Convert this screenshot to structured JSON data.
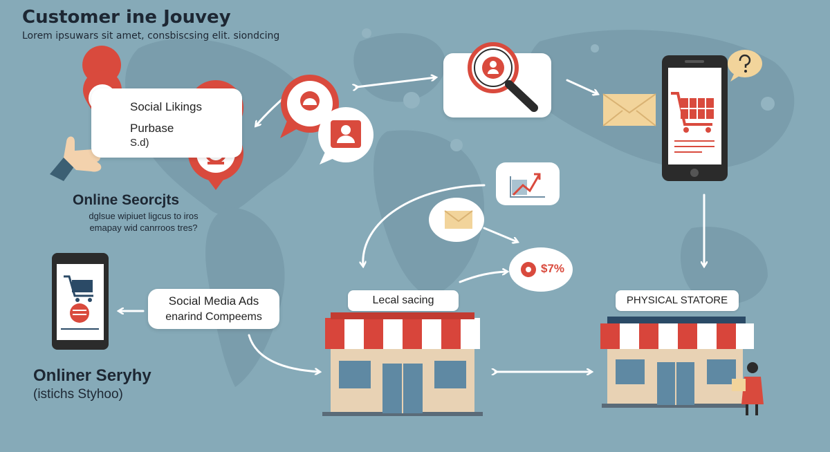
{
  "header": {
    "title": "Customer ine Jouvey",
    "subtitle": "Lorem ipsuwars sit amet, consbiscsing elit. siondcing"
  },
  "social_card": {
    "line1": "Social Likings",
    "line2": "Purbase",
    "line3": "S.d)"
  },
  "online_searches": {
    "heading": "Online Seorcjts",
    "caption_line1": "dglsue wipiuet ligcus to iros",
    "caption_line2": "emapay wid canrroos tres?"
  },
  "social_ads": {
    "line1": "Social Media Ads",
    "line2": "enarind Compeems"
  },
  "online_search_bottom": {
    "heading": "Onliner Seryhy",
    "caption": "(istichs Styhoo)"
  },
  "local_store": {
    "label": "Lecal sacing"
  },
  "physical_store": {
    "label": "PHYSICAL STATORE"
  },
  "discount": {
    "label": "$7%"
  },
  "colors": {
    "background": "#86aab8",
    "map": "#7a9dac",
    "accent_red": "#d94a3d",
    "awning_red": "#d8453b",
    "store_wall": "#e8d2b4",
    "envelope": "#f2d49b",
    "dark": "#2b2b2b"
  },
  "icons": [
    "music-note-icon",
    "hand-pointer-icon",
    "chat-bubble-icon",
    "user-icon",
    "search-magnifier-icon",
    "envelope-icon",
    "smartphone-icon",
    "shopping-cart-icon",
    "question-bubble-icon",
    "trend-chart-icon",
    "store-icon",
    "shopkeeper-icon"
  ]
}
